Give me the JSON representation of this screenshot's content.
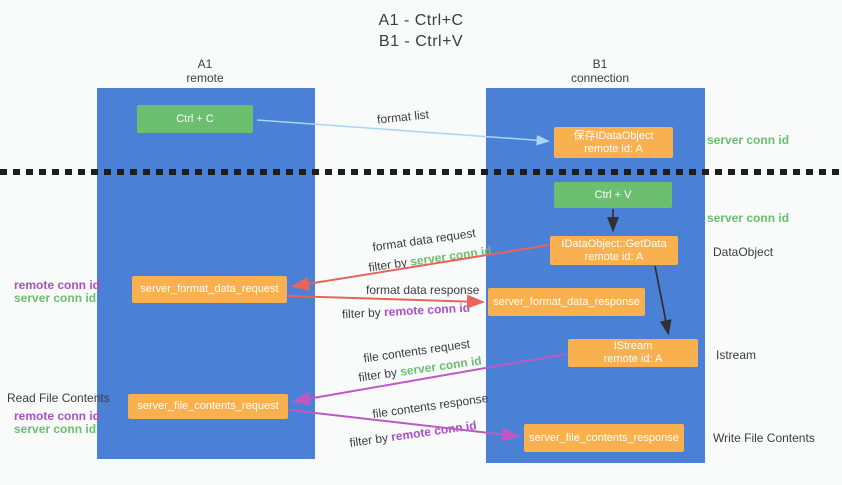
{
  "title": {
    "line1": "A1 - Ctrl+C",
    "line2": "B1 - Ctrl+V"
  },
  "lanes": {
    "left": {
      "name": "A1",
      "role": "remote"
    },
    "right": {
      "name": "B1",
      "role": "connection"
    }
  },
  "nodes": {
    "ctrl_c": "Ctrl + C",
    "ctrl_v": "Ctrl + V",
    "save_dataobject": {
      "line1": "保存IDataObject",
      "line2": "remote id: A"
    },
    "getdata": {
      "line1": "IDataObject::GetData",
      "line2": "remote id: A"
    },
    "istream": {
      "line1": "IStream",
      "line2": "remote id: A"
    },
    "server_format_data_request": "server_format_data_request",
    "server_format_data_response": "server_format_data_response",
    "server_file_contents_request": "server_file_contents_request",
    "server_file_contents_response": "server_file_contents_response"
  },
  "side_labels": {
    "server_conn_id_top": "server conn id",
    "server_conn_id_mid": "server conn id",
    "dataobject": "DataObject",
    "istream": "Istream",
    "read_file_contents": "Read File Contents",
    "write_file_contents": "Write File Contents",
    "format_ids": {
      "remote": "remote conn id",
      "server": "server conn id"
    },
    "file_ids": {
      "remote": "remote conn id",
      "server": "server conn id"
    }
  },
  "flow_labels": {
    "format_list": "format list",
    "format_data_request": "format data request",
    "format_data_request_filter": {
      "prefix": "filter by ",
      "value": "server conn id"
    },
    "format_data_response": "format data response",
    "format_data_response_filter": {
      "prefix": "filter by ",
      "value": "remote conn id"
    },
    "file_contents_request": "file contents request",
    "file_contents_request_filter": {
      "prefix": "filter by ",
      "value": "server conn id"
    },
    "file_contents_response": "file contents response",
    "file_contents_response_filter": {
      "prefix": "filter by ",
      "value": "remote conn id"
    }
  },
  "colors": {
    "lane_blue": "#4a80d6",
    "box_orange": "#f9b04f",
    "box_green": "#6dbf70",
    "green_text": "#6abf6e",
    "purple_text": "#ab4fc8",
    "red_arrow": "#e8645a",
    "magenta_arrow": "#bf58c5",
    "lightblue_arrow": "#a9d6f2",
    "black_arrow": "#303030",
    "dark_text": "#3a3d40"
  }
}
